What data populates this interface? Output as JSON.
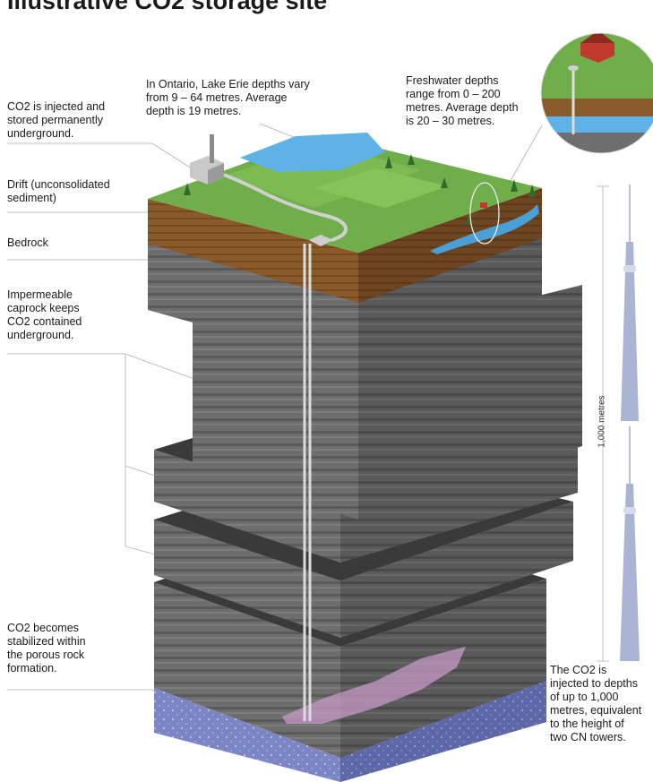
{
  "title": "Illustrative CO2 storage site",
  "labels": {
    "injected": "CO2 is injected and\nstored permanently\nunderground.",
    "drift": "Drift (unconsolidated\nsediment)",
    "bedrock": "Bedrock",
    "caprock": "Impermeable\ncaprock keeps\nCO2 contained\nunderground.",
    "stabilized": "CO2 becomes\nstabilized within\nthe porous rock\nformation.",
    "lake_erie": "In Ontario, Lake Erie depths vary\nfrom 9 – 64 metres. Average\ndepth is 19 metres.",
    "freshwater": "Freshwater depths\nrange from 0 – 200\nmetres. Average depth\nis 20 – 30 metres.",
    "cn_tower": "The CO2 is\ninjected to depths\nof up to 1,000\nmetres, equivalent\nto the height of\ntwo CN towers.",
    "scale": "1,000 metres"
  },
  "colors": {
    "grass": "#6fae4a",
    "soil": "#8a5a2b",
    "rock": "#6e6e6e",
    "rock_dark": "#3c3c3c",
    "reservoir": "#7c86c4",
    "water": "#5fb2e6",
    "co2_plume": "#b48ac0"
  }
}
